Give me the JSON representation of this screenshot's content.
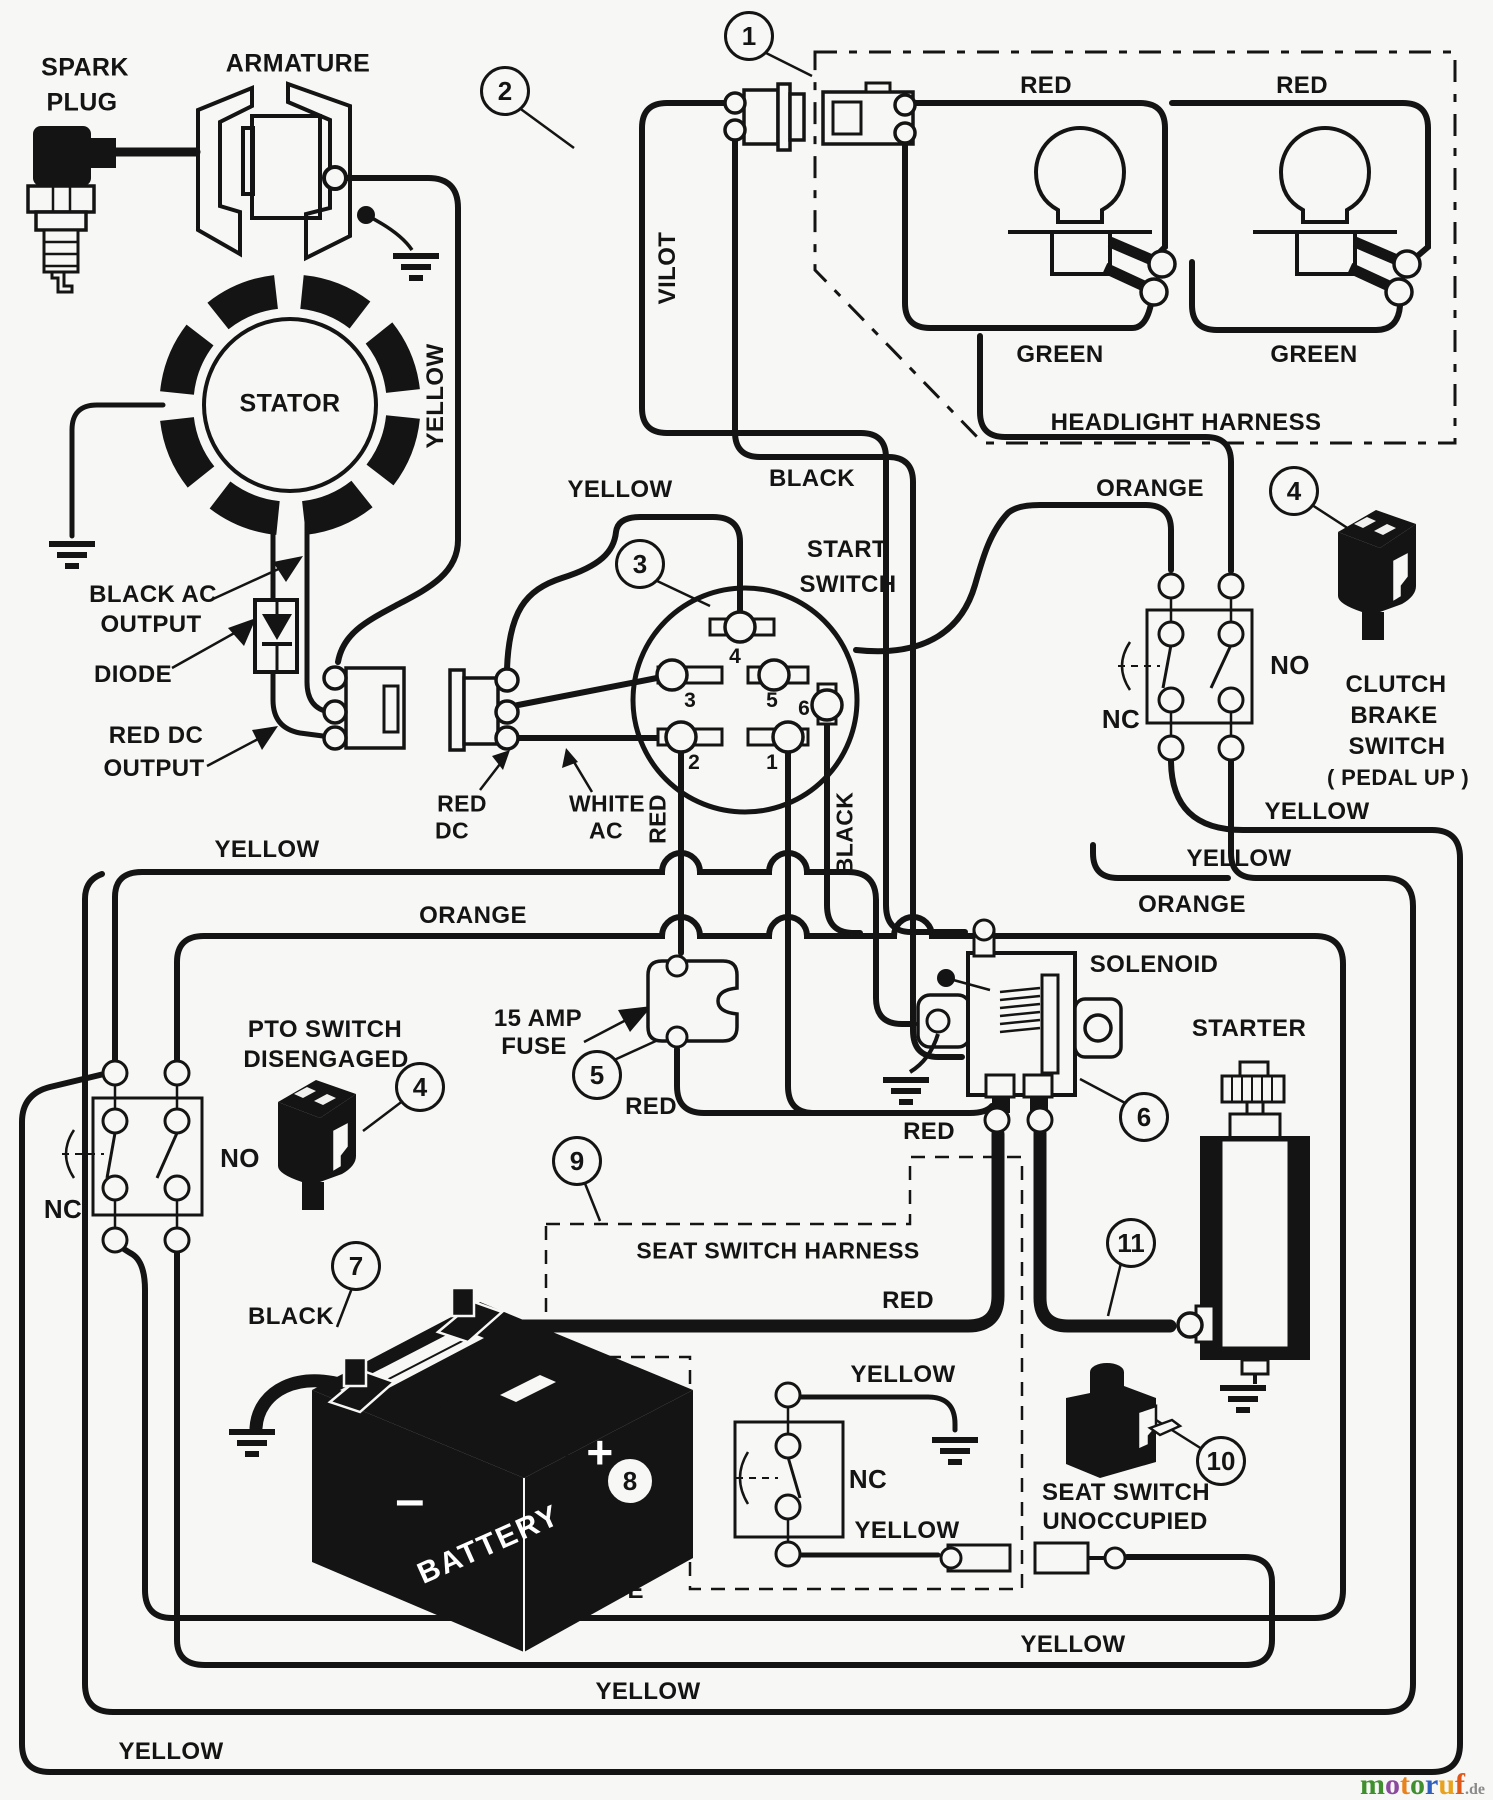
{
  "labels": [
    {
      "text": "SPARK"
    },
    {
      "text": "PLUG"
    },
    {
      "text": "ARMATURE"
    },
    {
      "text": "STATOR"
    },
    {
      "text": "YELLOW"
    },
    {
      "text": "VILOT"
    },
    {
      "text": "RED"
    },
    {
      "text": "RED"
    },
    {
      "text": "GREEN"
    },
    {
      "text": "GREEN"
    },
    {
      "text": "HEADLIGHT HARNESS"
    },
    {
      "text": "YELLOW"
    },
    {
      "text": "BLACK"
    },
    {
      "text": "START"
    },
    {
      "text": "SWITCH"
    },
    {
      "text": "ORANGE"
    },
    {
      "text": "BLACK AC"
    },
    {
      "text": "OUTPUT"
    },
    {
      "text": "DIODE"
    },
    {
      "text": "RED DC"
    },
    {
      "text": "OUTPUT"
    },
    {
      "text": "RED"
    },
    {
      "text": "DC"
    },
    {
      "text": "WHITE"
    },
    {
      "text": "AC"
    },
    {
      "text": "RED"
    },
    {
      "text": "BLACK"
    },
    {
      "text": "NO"
    },
    {
      "text": "NC"
    },
    {
      "text": "CLUTCH"
    },
    {
      "text": "BRAKE"
    },
    {
      "text": "SWITCH"
    },
    {
      "text": "( PEDAL UP )"
    },
    {
      "text": "YELLOW"
    },
    {
      "text": "YELLOW"
    },
    {
      "text": "ORANGE"
    },
    {
      "text": "YELLOW"
    },
    {
      "text": "ORANGE"
    },
    {
      "text": "PTO SWITCH"
    },
    {
      "text": "DISENGAGED"
    },
    {
      "text": "NO"
    },
    {
      "text": "NC"
    },
    {
      "text": "15 AMP"
    },
    {
      "text": "FUSE"
    },
    {
      "text": "RED"
    },
    {
      "text": "SOLENOID"
    },
    {
      "text": "STARTER"
    },
    {
      "text": "RED"
    },
    {
      "text": "SEAT SWITCH HARNESS"
    },
    {
      "text": "RED"
    },
    {
      "text": "BLACK"
    },
    {
      "text": "YELLOW"
    },
    {
      "text": "NC"
    },
    {
      "text": "YELLOW"
    },
    {
      "text": "SEAT SWITCH"
    },
    {
      "text": "UNOCCUPIED"
    },
    {
      "text": "ORANGE"
    },
    {
      "text": "YELLOW"
    },
    {
      "text": "YELLOW"
    },
    {
      "text": "YELLOW"
    },
    {
      "text": "BATTERY"
    },
    {
      "text": "+"
    },
    {
      "text": "–"
    }
  ],
  "start_switch_terminals": [
    "4",
    "3",
    "5",
    "6",
    "2",
    "1"
  ],
  "callouts": [
    "1",
    "2",
    "3",
    "4",
    "4",
    "5",
    "6",
    "7",
    "8",
    "9",
    "10",
    "11"
  ],
  "watermark": {
    "letters": [
      {
        "ch": "m",
        "style": "color:#3f8f2f"
      },
      {
        "ch": "o",
        "style": "color:#8a4a9e"
      },
      {
        "ch": "t",
        "style": "color:#e8821e"
      },
      {
        "ch": "o",
        "style": "color:#3f8f2f"
      },
      {
        "ch": "r",
        "style": "color:#2f5fbe"
      },
      {
        "ch": "u",
        "style": "color:#e8a21e"
      },
      {
        "ch": "f",
        "style": "color:#e05818"
      }
    ],
    "suffix": ".de"
  },
  "colors": {
    "ink": "#141414",
    "background": "#f7f7f5"
  }
}
